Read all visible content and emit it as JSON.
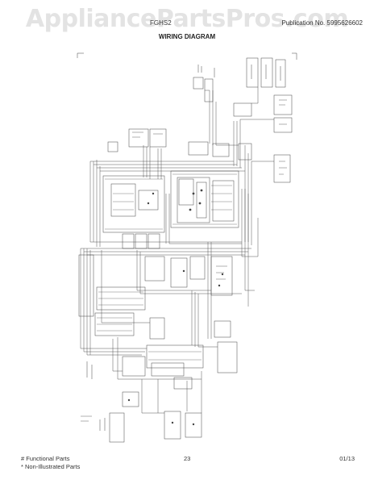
{
  "watermark": "AppliancePartsPros.com",
  "header": {
    "model": "FGHS2",
    "publication": "Publication No. 5995626602"
  },
  "title": "WIRING DIAGRAM",
  "footer": {
    "functional": "# Functional Parts",
    "non_illustrated": "* Non-Illustrated Parts",
    "page": "23",
    "date": "01/13"
  },
  "colors": {
    "line": "#444444",
    "watermark": "#e3e3e3"
  }
}
